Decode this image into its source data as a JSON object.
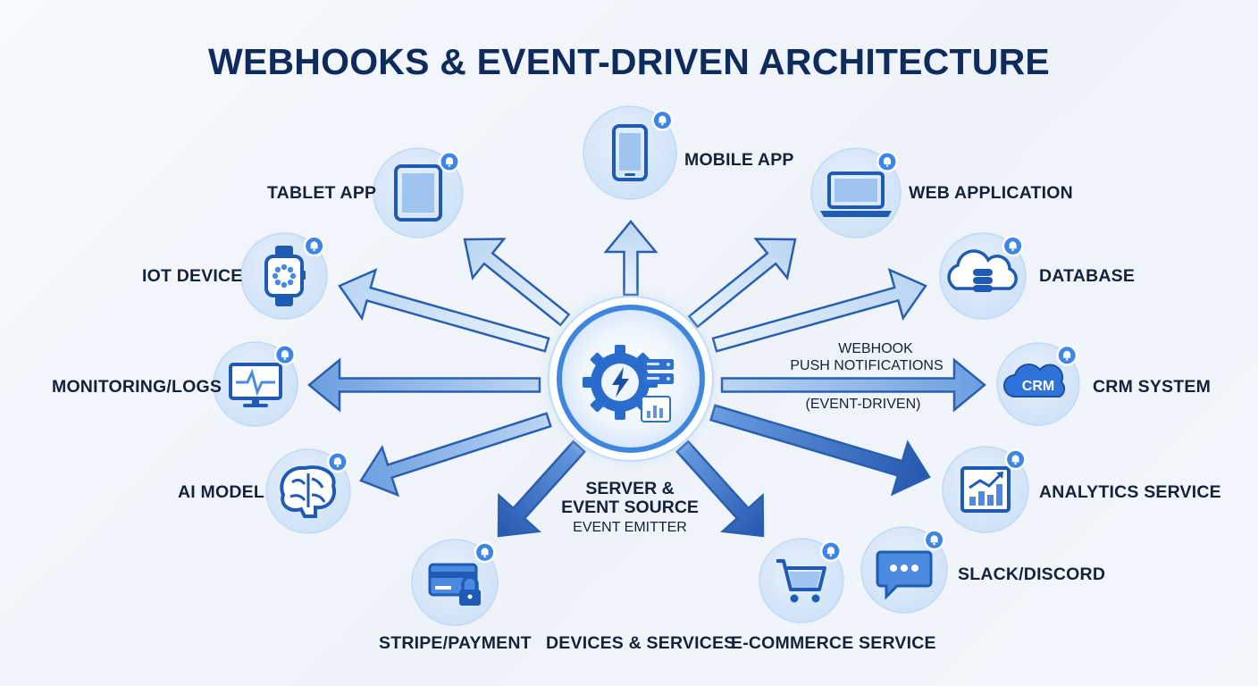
{
  "title": "WEBHOOKS & EVENT-DRIVEN ARCHITECTURE",
  "center": {
    "line1": "SERVER &",
    "line2": "EVENT SOURCE",
    "line3": "EVENT EMITTER"
  },
  "main_arrow": {
    "line1": "WEBHOOK",
    "line2": "PUSH NOTIFICATIONS",
    "line3": "(EVENT-DRIVEN)"
  },
  "bottom_label": "DEVICES & SERVICES",
  "nodes": [
    {
      "id": "mobile",
      "label": "MOBILE APP",
      "icon": "mobile-phone-icon"
    },
    {
      "id": "tablet",
      "label": "TABLET APP",
      "icon": "tablet-icon"
    },
    {
      "id": "web",
      "label": "WEB APPLICATION",
      "icon": "laptop-icon"
    },
    {
      "id": "iot",
      "label": "IOT DEVICE",
      "icon": "smartwatch-icon"
    },
    {
      "id": "database",
      "label": "DATABASE",
      "icon": "cloud-database-icon"
    },
    {
      "id": "monitoring",
      "label": "MONITORING/LOGS",
      "icon": "monitor-heartbeat-icon"
    },
    {
      "id": "crm",
      "label": "CRM SYSTEM",
      "icon": "crm-cloud-icon",
      "icon_text": "CRM"
    },
    {
      "id": "ai",
      "label": "AI MODEL",
      "icon": "brain-icon"
    },
    {
      "id": "analytics",
      "label": "ANALYTICS SERVICE",
      "icon": "chart-icon"
    },
    {
      "id": "slack",
      "label": "SLACK/DISCORD",
      "icon": "chat-bubble-icon"
    },
    {
      "id": "stripe",
      "label": "STRIPE/PAYMENT",
      "icon": "credit-card-lock-icon"
    },
    {
      "id": "ecommerce",
      "label": "E-COMMERCE SERVICE",
      "icon": "shopping-cart-icon"
    }
  ],
  "colors": {
    "title": "#0f2b5b",
    "arrow_light": "#cfe2f7",
    "arrow_dark": "#2f6bc4",
    "arrow_outline": "#2a5fb0",
    "node_circle": "#d6e7f9",
    "icon": "#1f5bb5",
    "badge": "#3d86e6"
  }
}
